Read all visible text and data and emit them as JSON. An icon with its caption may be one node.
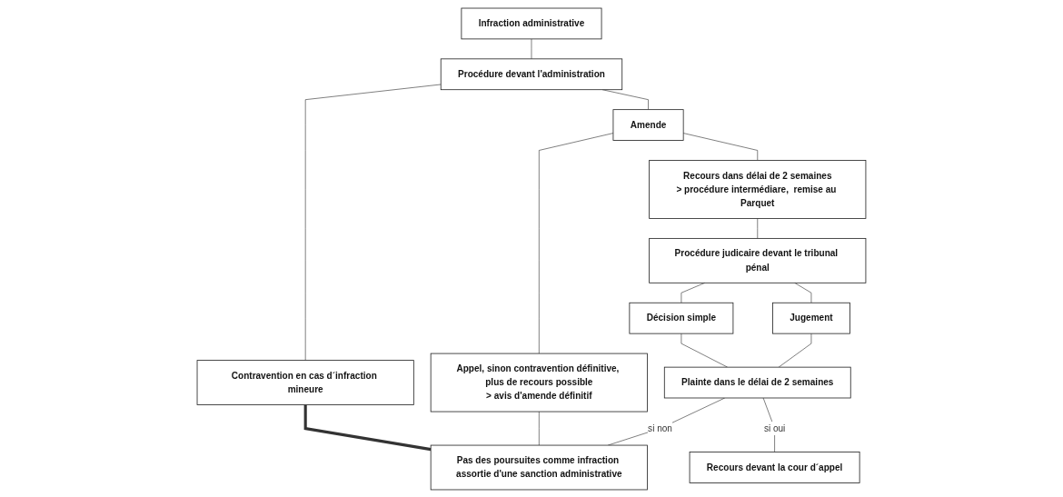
{
  "diagram": {
    "nodes": [
      {
        "text": [
          "Infraction  administrative"
        ]
      },
      {
        "text": [
          "Procédure devant l'administration"
        ]
      },
      {
        "text": [
          "Contravention en cas d´infraction mineure"
        ]
      },
      {
        "text": [
          "Amende"
        ]
      },
      {
        "text": [
          "Appel, sinon contravention définitive, plus de recours possible",
          "> avis d'amende définitif"
        ]
      },
      {
        "text": [
          "Recours dans délai de 2 semaines",
          "> procédure intermédiare,  remise au Parquet"
        ]
      },
      {
        "text": [
          "Procédure judicaire devant le tribunal pénal"
        ]
      },
      {
        "text": [
          "Décision simple"
        ]
      },
      {
        "text": [
          "Jugement"
        ]
      },
      {
        "text": [
          "Plainte dans le délai de 2 semaines"
        ]
      },
      {
        "text": [
          "Pas des poursuites comme infraction assortie d'une sanction administrative"
        ]
      },
      {
        "text": [
          "Recours devant la cour d´appel"
        ]
      }
    ],
    "edges": [
      {
        "from": 0,
        "to": 1,
        "arrow": "none"
      },
      {
        "from": 1,
        "to": 2,
        "arrow": "none"
      },
      {
        "from": 1,
        "to": 3,
        "arrow": "none"
      },
      {
        "from": 3,
        "to": 4,
        "arrow": "none"
      },
      {
        "from": 3,
        "to": 5,
        "arrow": "none"
      },
      {
        "from": 5,
        "to": 6,
        "arrow": "none"
      },
      {
        "from": 6,
        "to": 7,
        "arrow": "none"
      },
      {
        "from": 6,
        "to": 8,
        "arrow": "none"
      },
      {
        "from": 7,
        "to": 9,
        "arrow": "none"
      },
      {
        "from": 8,
        "to": 9,
        "arrow": "none"
      },
      {
        "from": 2,
        "to": 10,
        "arrow": "none",
        "style": "thick"
      },
      {
        "from": 4,
        "to": 10,
        "arrow": "none"
      },
      {
        "from": 9,
        "to": 10,
        "label": "si non",
        "arrow": "none"
      },
      {
        "from": 9,
        "to": 11,
        "label": "si oui",
        "arrow": "none"
      }
    ]
  }
}
